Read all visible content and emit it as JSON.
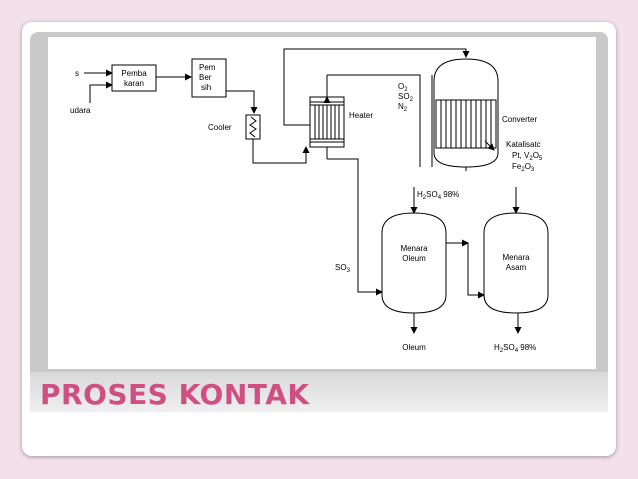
{
  "slide": {
    "title": "PROSES KONTAK"
  },
  "diagram": {
    "inputs": {
      "s": "s",
      "udara": "udara"
    },
    "boxes": {
      "pembakaran": [
        "Pemba",
        "karan"
      ],
      "pembersih": [
        "Pem",
        "Ber",
        "sih"
      ]
    },
    "units": {
      "cooler": "Cooler",
      "heater": "Heater",
      "converter": "Converter",
      "menara_oleum": [
        "Menara",
        "Oleum"
      ],
      "menara_asam": [
        "Menara",
        "Asam"
      ]
    },
    "gases": {
      "o2": "O",
      "o2_sub": "2",
      "so2": "SO",
      "so2_sub": "2",
      "n2": "N",
      "n2_sub": "2"
    },
    "catalyst": {
      "title": "Katalisatc",
      "line2_a": "Pt, V",
      "line2_b": "2",
      "line2_c": "O",
      "line2_d": "5",
      "line3_a": "Fe",
      "line3_b": "2",
      "line3_c": "O",
      "line3_d": "3"
    },
    "so3": {
      "a": "SO",
      "b": "3"
    },
    "acid_feed": {
      "a": "H",
      "b": "2",
      "c": "SO",
      "d": "4",
      "e": " 98%"
    },
    "products": {
      "oleum": "Oleum",
      "acid": {
        "a": "H",
        "b": "2",
        "c": "SO",
        "d": "4",
        "e": " 98%"
      }
    }
  }
}
